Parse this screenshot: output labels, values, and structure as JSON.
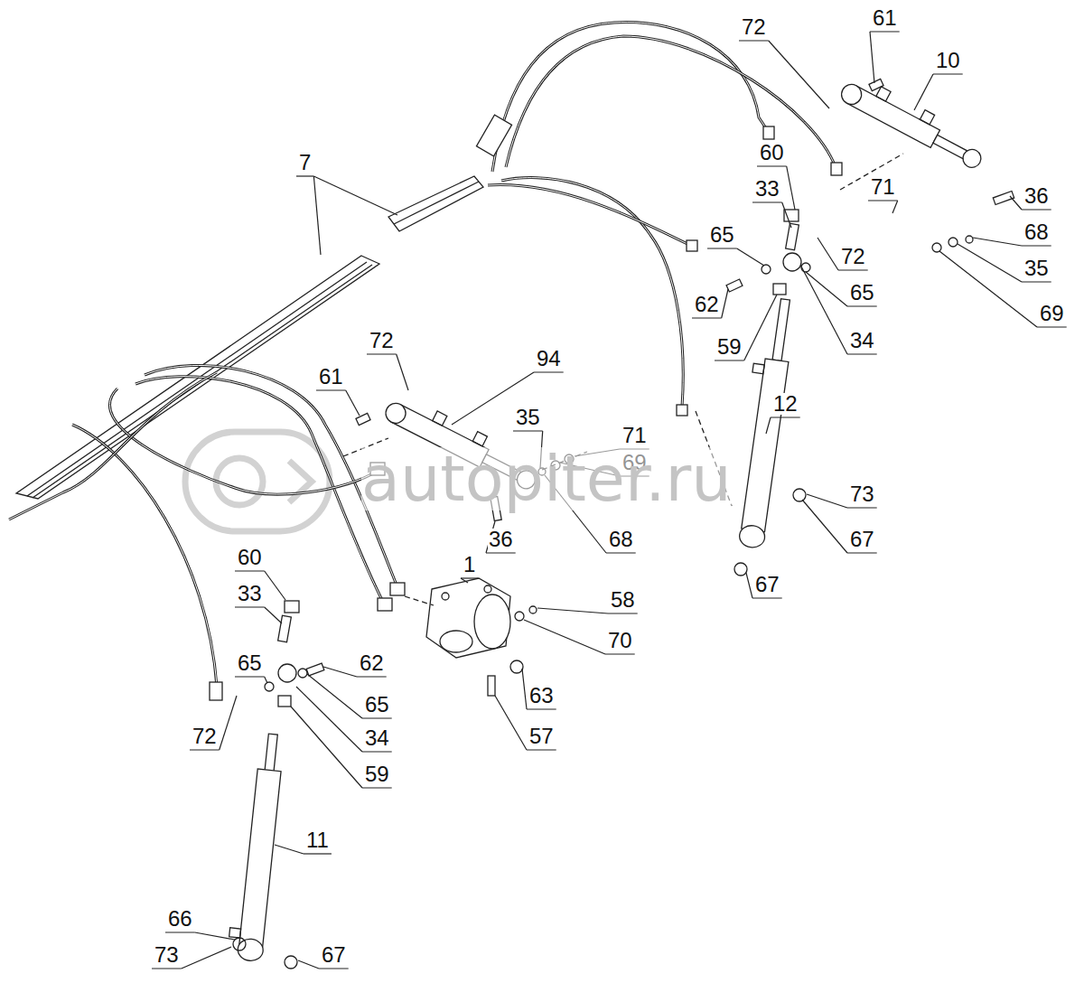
{
  "diagram": {
    "labels": [
      "7",
      "72",
      "61",
      "10",
      "60",
      "33",
      "71",
      "36",
      "72",
      "65",
      "68",
      "35",
      "65",
      "62",
      "69",
      "59",
      "34",
      "72",
      "94",
      "61",
      "35",
      "71",
      "69",
      "12",
      "73",
      "36",
      "68",
      "67",
      "67",
      "60",
      "33",
      "1",
      "58",
      "70",
      "62",
      "65",
      "65",
      "63",
      "57",
      "72",
      "34",
      "59",
      "11",
      "66",
      "73",
      "67",
      "autopiter.ru"
    ]
  }
}
